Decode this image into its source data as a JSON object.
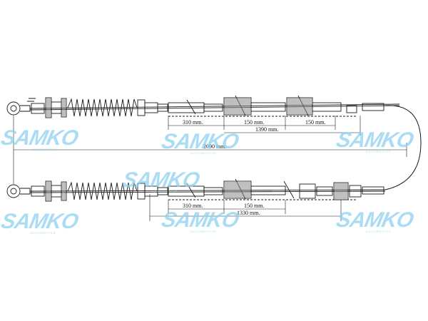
{
  "diagram": {
    "dimensions": {
      "top_310": "310 mm.",
      "top_150a": "150 mm.",
      "top_1390": "1390 mm.",
      "top_150b": "150 mm.",
      "total_2090": "2090 mm.",
      "bottom_310": "310 mm.",
      "bottom_150": "150 mm.",
      "bottom_1330": "1330 mm."
    },
    "line_color": "#1a1a1a"
  },
  "watermark": {
    "brand": "SAMKO",
    "subtitle": "AUTOMOTIVE",
    "color": "#8ed2ef"
  }
}
